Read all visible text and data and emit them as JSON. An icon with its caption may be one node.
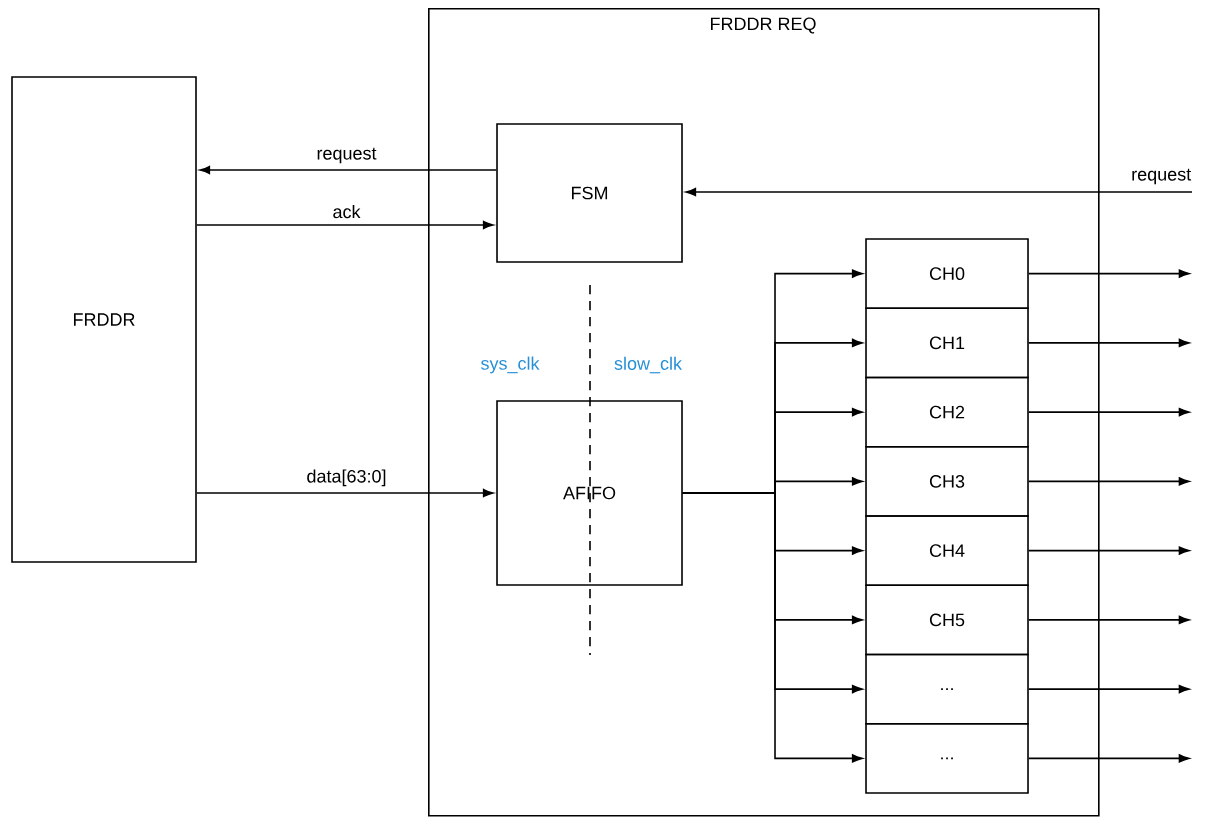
{
  "diagram": {
    "nodes": [
      {
        "text": [
          "FRDDR REQ"
        ]
      },
      {
        "text": [
          "FRDDR"
        ]
      },
      {
        "text": [
          "FSM"
        ],
        "in": 0
      },
      {
        "text": [
          "AFIFO"
        ],
        "in": 0
      },
      {
        "text": [
          "CH0"
        ],
        "in": 0
      },
      {
        "text": [
          "CH1"
        ],
        "in": 0
      },
      {
        "text": [
          "CH2"
        ],
        "in": 0
      },
      {
        "text": [
          "CH3"
        ],
        "in": 0
      },
      {
        "text": [
          "CH4"
        ],
        "in": 0
      },
      {
        "text": [
          "CH5"
        ],
        "in": 0
      },
      {
        "text": [
          "..."
        ],
        "in": 0
      },
      {
        "text": [
          "..."
        ],
        "in": 0
      }
    ],
    "edges": [
      {
        "from": 2,
        "to": 1,
        "arrow": "to",
        "label": "request"
      },
      {
        "from": 1,
        "to": 2,
        "arrow": "to",
        "label": "ack"
      },
      {
        "from": null,
        "to": 2,
        "arrow": "to",
        "label": "request"
      },
      {
        "from": 1,
        "to": 3,
        "arrow": "to",
        "label": "data[63:0]"
      },
      {
        "from": 3,
        "to": 4,
        "arrow": "to"
      },
      {
        "from": 3,
        "to": 5,
        "arrow": "to"
      },
      {
        "from": 3,
        "to": 6,
        "arrow": "to"
      },
      {
        "from": 3,
        "to": 7,
        "arrow": "to"
      },
      {
        "from": 3,
        "to": 8,
        "arrow": "to"
      },
      {
        "from": 3,
        "to": 9,
        "arrow": "to"
      },
      {
        "from": 3,
        "to": 10,
        "arrow": "to"
      },
      {
        "from": 3,
        "to": 11,
        "arrow": "to"
      },
      {
        "from": 4,
        "to": null,
        "arrow": "to"
      },
      {
        "from": 5,
        "to": null,
        "arrow": "to"
      },
      {
        "from": 6,
        "to": null,
        "arrow": "to"
      },
      {
        "from": 7,
        "to": null,
        "arrow": "to"
      },
      {
        "from": 8,
        "to": null,
        "arrow": "to"
      },
      {
        "from": 9,
        "to": null,
        "arrow": "to"
      },
      {
        "from": 10,
        "to": null,
        "arrow": "to"
      },
      {
        "from": 11,
        "to": null,
        "arrow": "to"
      }
    ],
    "labels": [
      "sys_clk",
      "slow_clk"
    ]
  }
}
